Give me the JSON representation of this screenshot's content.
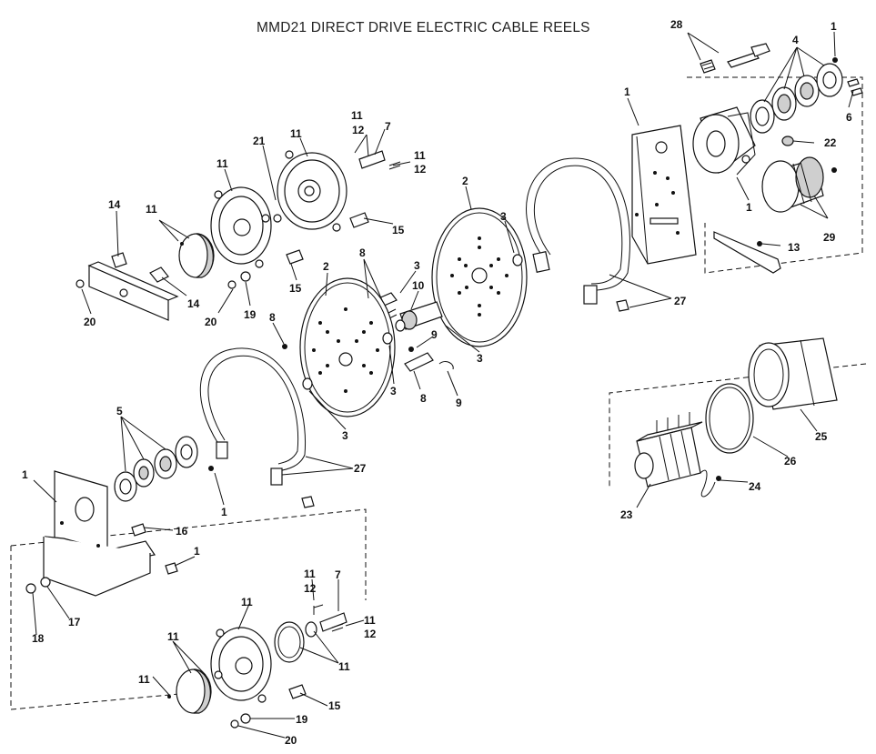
{
  "title": "MMD21 DIRECT DRIVE ELECTRIC CABLE REELS",
  "callouts": [
    {
      "id": "c-28",
      "text": "28"
    },
    {
      "id": "c-4",
      "text": "4"
    },
    {
      "id": "c-1a",
      "text": "1"
    },
    {
      "id": "c-6",
      "text": "6"
    },
    {
      "id": "c-1b",
      "text": "1"
    },
    {
      "id": "c-22",
      "text": "22"
    },
    {
      "id": "c-1c",
      "text": "1"
    },
    {
      "id": "c-29",
      "text": "29"
    },
    {
      "id": "c-13",
      "text": "13"
    },
    {
      "id": "c-27a",
      "text": "27"
    },
    {
      "id": "c-2a",
      "text": "2"
    },
    {
      "id": "c-3a",
      "text": "3"
    },
    {
      "id": "c-11a",
      "text": "11"
    },
    {
      "id": "c-12a",
      "text": "12"
    },
    {
      "id": "c-7a",
      "text": "7"
    },
    {
      "id": "c-11b",
      "text": "11"
    },
    {
      "id": "c-12b",
      "text": "12"
    },
    {
      "id": "c-21",
      "text": "21"
    },
    {
      "id": "c-11c",
      "text": "11"
    },
    {
      "id": "c-11d",
      "text": "11"
    },
    {
      "id": "c-11e",
      "text": "11"
    },
    {
      "id": "c-14a",
      "text": "14"
    },
    {
      "id": "c-15a",
      "text": "15"
    },
    {
      "id": "c-15b",
      "text": "15"
    },
    {
      "id": "c-14b",
      "text": "14"
    },
    {
      "id": "c-20a",
      "text": "20"
    },
    {
      "id": "c-20b",
      "text": "20"
    },
    {
      "id": "c-19a",
      "text": "19"
    },
    {
      "id": "c-2b",
      "text": "2"
    },
    {
      "id": "c-8a",
      "text": "8"
    },
    {
      "id": "c-3b",
      "text": "3"
    },
    {
      "id": "c-10",
      "text": "10"
    },
    {
      "id": "c-8b",
      "text": "8"
    },
    {
      "id": "c-9a",
      "text": "9"
    },
    {
      "id": "c-3c",
      "text": "3"
    },
    {
      "id": "c-3d",
      "text": "3"
    },
    {
      "id": "c-8c",
      "text": "8"
    },
    {
      "id": "c-9b",
      "text": "9"
    },
    {
      "id": "c-3e",
      "text": "3"
    },
    {
      "id": "c-5",
      "text": "5"
    },
    {
      "id": "c-1d",
      "text": "1"
    },
    {
      "id": "c-27b",
      "text": "27"
    },
    {
      "id": "c-1e",
      "text": "1"
    },
    {
      "id": "c-16",
      "text": "16"
    },
    {
      "id": "c-1f",
      "text": "1"
    },
    {
      "id": "c-17",
      "text": "17"
    },
    {
      "id": "c-18",
      "text": "18"
    },
    {
      "id": "c-25",
      "text": "25"
    },
    {
      "id": "c-26",
      "text": "26"
    },
    {
      "id": "c-24",
      "text": "24"
    },
    {
      "id": "c-23",
      "text": "23"
    },
    {
      "id": "c-11f",
      "text": "11"
    },
    {
      "id": "c-7b",
      "text": "7"
    },
    {
      "id": "c-12c",
      "text": "12"
    },
    {
      "id": "c-11g",
      "text": "11"
    },
    {
      "id": "c-12d",
      "text": "12"
    },
    {
      "id": "c-11h",
      "text": "11"
    },
    {
      "id": "c-11i",
      "text": "11"
    },
    {
      "id": "c-11j",
      "text": "11"
    },
    {
      "id": "c-11k",
      "text": "11"
    },
    {
      "id": "c-15c",
      "text": "15"
    },
    {
      "id": "c-19b",
      "text": "19"
    },
    {
      "id": "c-20c",
      "text": "20"
    }
  ]
}
